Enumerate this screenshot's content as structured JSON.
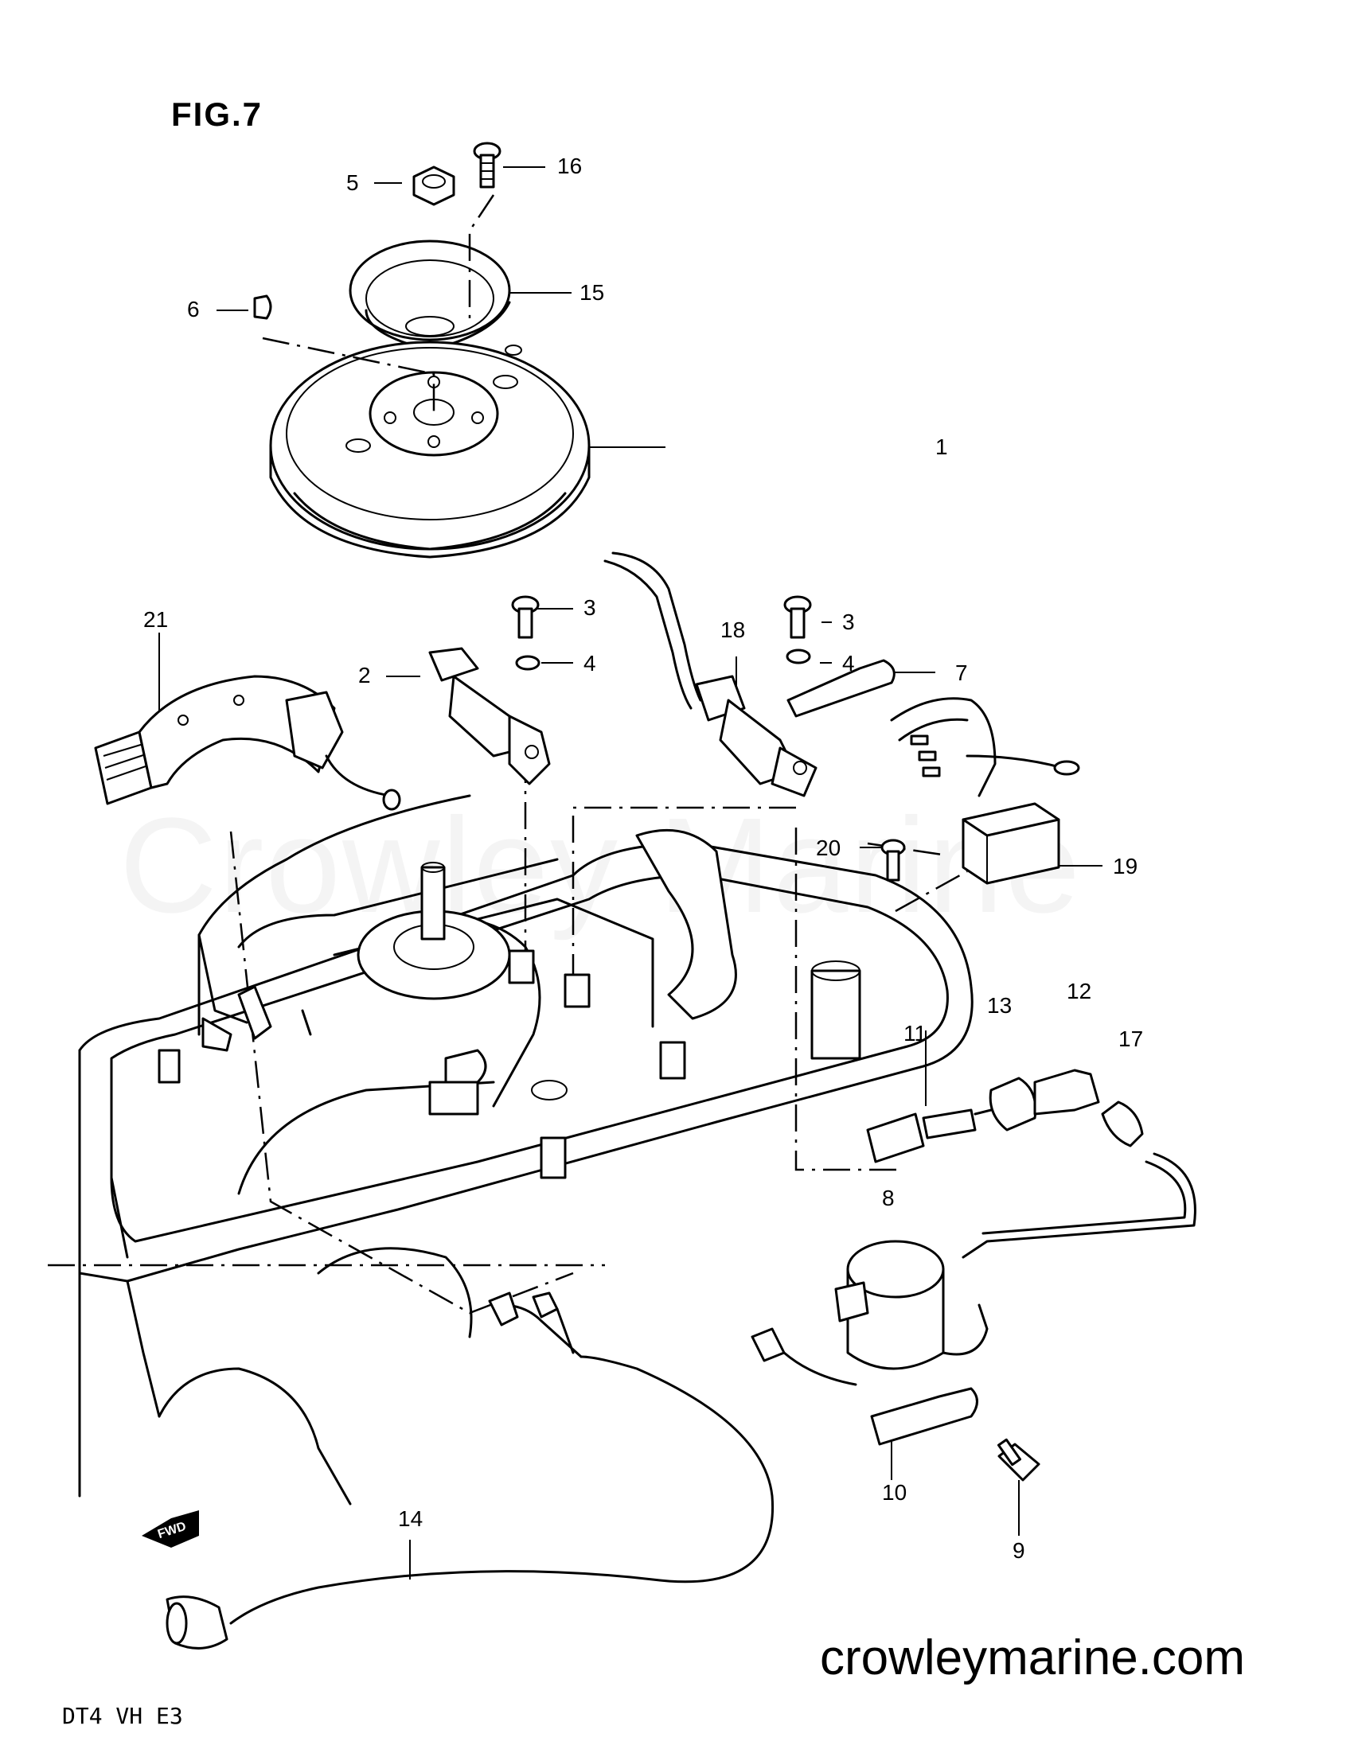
{
  "figure_title": "FIG.7",
  "watermark": "Crowley Marine",
  "website": "crowleymarine.com",
  "model_code": "DT4 VH E3",
  "direction_badge": "FWD",
  "callouts": {
    "c1": "1",
    "c2": "2",
    "c3a": "3",
    "c3b": "3",
    "c4a": "4",
    "c4b": "4",
    "c5": "5",
    "c6": "6",
    "c7": "7",
    "c8": "8",
    "c9": "9",
    "c10": "10",
    "c11": "11",
    "c12": "12",
    "c13": "13",
    "c14": "14",
    "c15": "15",
    "c16": "16",
    "c17": "17",
    "c18": "18",
    "c19": "19",
    "c20": "20",
    "c21": "21"
  }
}
